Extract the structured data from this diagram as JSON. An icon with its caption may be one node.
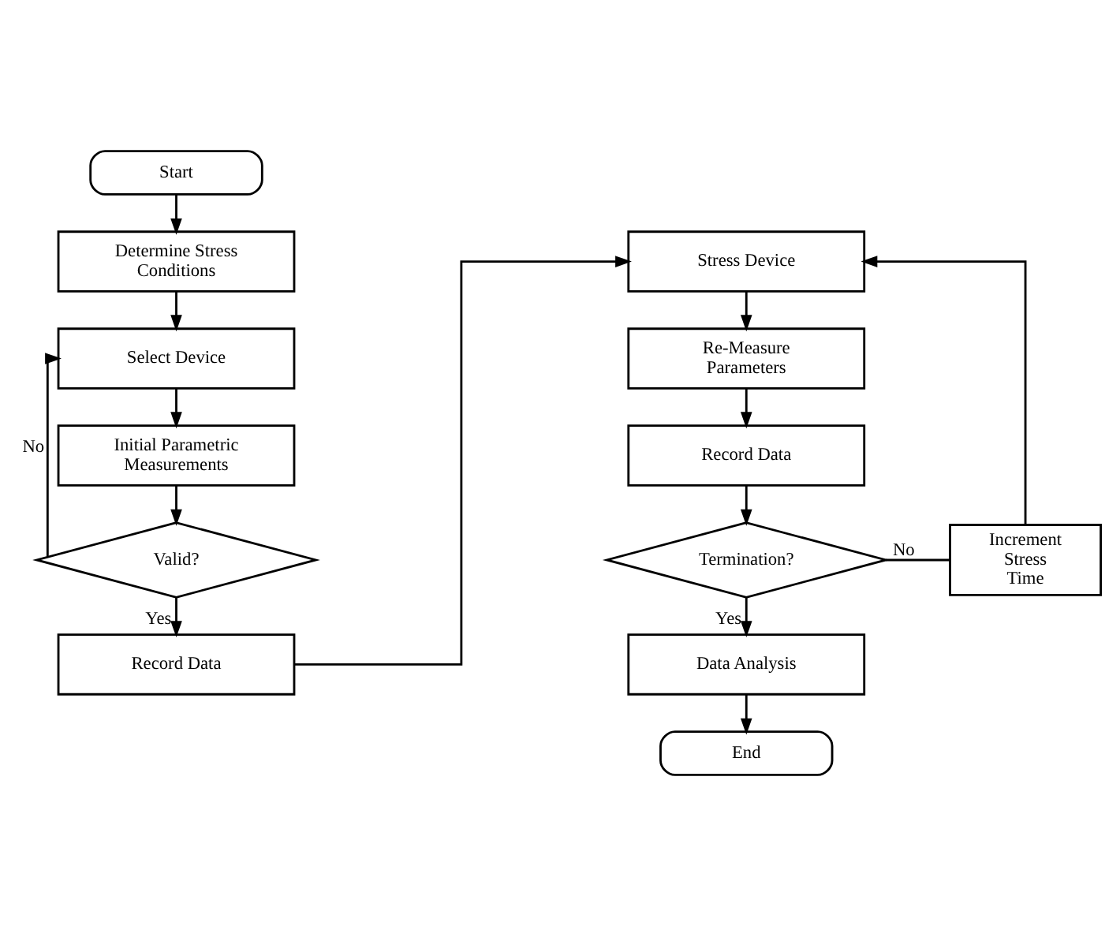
{
  "diagram": {
    "nodes": [
      {
        "text": [
          "Start"
        ]
      },
      {
        "text": [
          "Determine Stress Conditions"
        ]
      },
      {
        "text": [
          "Select Device"
        ]
      },
      {
        "text": [
          "Initial Parametric Measurements"
        ]
      },
      {
        "text": [
          "Valid?"
        ]
      },
      {
        "text": [
          "Record Data"
        ]
      },
      {
        "text": [
          "Stress Device"
        ]
      },
      {
        "text": [
          "Re-Measure Parameters"
        ]
      },
      {
        "text": [
          "Record Data"
        ]
      },
      {
        "text": [
          "Termination?"
        ]
      },
      {
        "text": [
          "Increment Stress Time"
        ]
      },
      {
        "text": [
          "Data Analysis"
        ]
      },
      {
        "text": [
          "End"
        ]
      }
    ],
    "edges": [
      {
        "from": 0,
        "to": 1,
        "arrow": "to"
      },
      {
        "from": 1,
        "to": 2,
        "arrow": "to"
      },
      {
        "from": 2,
        "to": 3,
        "arrow": "to"
      },
      {
        "from": 3,
        "to": 4,
        "arrow": "to"
      },
      {
        "from": 4,
        "to": 2,
        "arrow": "to",
        "label": "No"
      },
      {
        "from": 4,
        "to": 5,
        "arrow": "to",
        "label": "Yes"
      },
      {
        "from": 5,
        "to": 6,
        "arrow": "to"
      },
      {
        "from": 6,
        "to": 7,
        "arrow": "to"
      },
      {
        "from": 7,
        "to": 8,
        "arrow": "to"
      },
      {
        "from": 8,
        "to": 9,
        "arrow": "to"
      },
      {
        "from": 9,
        "to": 10,
        "arrow": "none",
        "label": "No"
      },
      {
        "from": 10,
        "to": 6,
        "arrow": "to"
      },
      {
        "from": 9,
        "to": 11,
        "arrow": "to",
        "label": "Yes"
      },
      {
        "from": 11,
        "to": 12,
        "arrow": "to"
      }
    ]
  }
}
